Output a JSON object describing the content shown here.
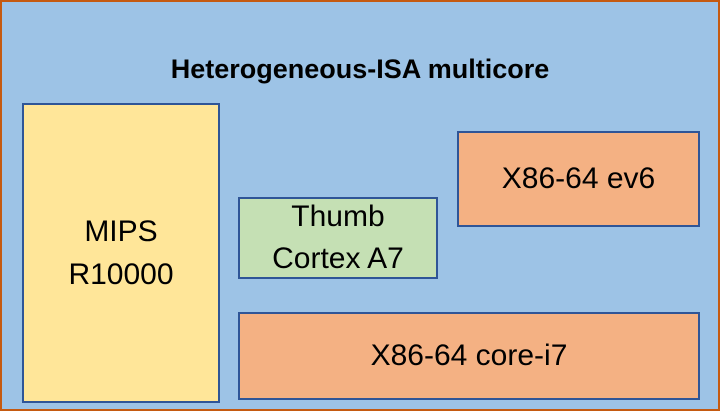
{
  "diagram": {
    "title": "Heterogeneous-ISA multicore",
    "cores": {
      "mips": {
        "line1": "MIPS",
        "line2": "R10000"
      },
      "thumb": {
        "line1": "Thumb",
        "line2": "Cortex A7"
      },
      "ev6": {
        "label": "X86-64 ev6"
      },
      "i7": {
        "label": "X86-64 core-i7"
      }
    }
  },
  "colors": {
    "background": "#9dc3e6",
    "frame_border": "#c55a11",
    "box_border": "#2f5597",
    "mips_fill": "#ffe699",
    "thumb_fill": "#c5e0b4",
    "x86_fill": "#f4b183"
  }
}
